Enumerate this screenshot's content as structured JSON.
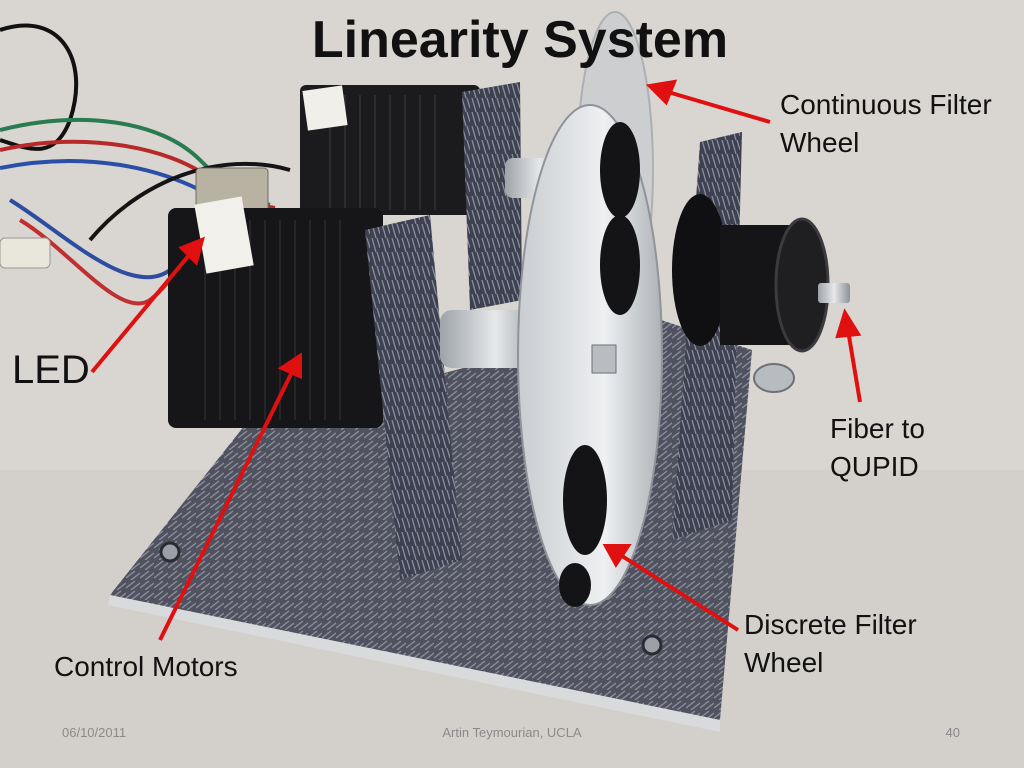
{
  "slide": {
    "title": "Linearity System",
    "labels": {
      "continuous_filter_wheel": "Continuous Filter\nWheel",
      "fiber": "Fiber to\nQUPID",
      "led": "LED",
      "discrete_filter_wheel": "Discrete Filter\nWheel",
      "control_motors": "Control Motors"
    },
    "footer": {
      "date": "06/10/2011",
      "author": "Artin Teymourian, UCLA",
      "page": "40"
    },
    "colors": {
      "arrow": "#e01010",
      "background": "#d9d6d1",
      "base_plate": "#4a4d5a"
    }
  }
}
